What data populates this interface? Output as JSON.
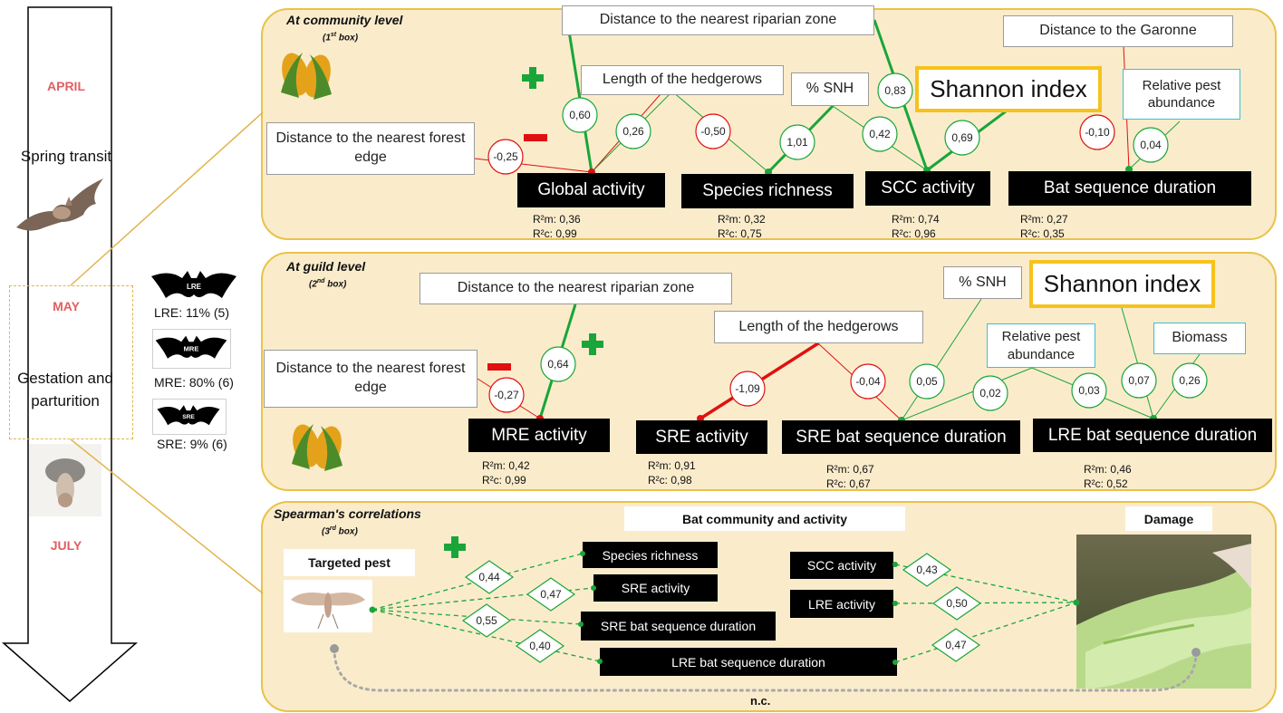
{
  "timeline": {
    "months": [
      "APRIL",
      "MAY",
      "JULY"
    ],
    "phase_spring": "Spring transit",
    "phase_gestation": "Gestation and parturition"
  },
  "guilds": [
    {
      "icon_text": "LRE",
      "label": "LRE: 11% (5)"
    },
    {
      "icon_text": "MRE",
      "label": "MRE: 80% (6)"
    },
    {
      "icon_text": "SRE",
      "label": "SRE: 9% (6)"
    }
  ],
  "box1": {
    "title": "At community level",
    "subtitle_num": "1",
    "subtitle_sup": "st",
    "subtitle_rest": " box)",
    "predictors": {
      "riparian": "Distance to the nearest riparian zone",
      "hedgerows": "Length of the hedgerows",
      "snh": "% SNH",
      "shannon": "Shannon index",
      "garonne": "Distance to the Garonne",
      "pest": "Relative pest abundance",
      "forest": "Distance to the nearest forest edge"
    },
    "responses": {
      "global": "Global activity",
      "richness": "Species richness",
      "scc": "SCC activity",
      "seq": "Bat sequence duration"
    },
    "coefficients": {
      "c1": "-0,25",
      "c2": "0,60",
      "c3": "0,26",
      "c4": "-0,50",
      "c5": "1,01",
      "c6": "0,42",
      "c7": "0,83",
      "c8": "0,69",
      "c9": "-0,10",
      "c10": "0,04"
    },
    "stats": {
      "global": "R²m: 0,36\nR²c: 0,99",
      "richness": "R²m: 0,32\nR²c: 0,75",
      "scc": "R²m: 0,74\nR²c: 0,96",
      "seq": "R²m: 0,27\nR²c: 0,35"
    }
  },
  "box2": {
    "title": "At guild level",
    "subtitle_num": "2",
    "subtitle_sup": "nd",
    "subtitle_rest": " box)",
    "predictors": {
      "riparian": "Distance to the nearest riparian zone",
      "snh": "% SNH",
      "shannon": "Shannon index",
      "hedgerows": "Length of the hedgerows",
      "pest": "Relative pest abundance",
      "biomass": "Biomass",
      "forest": "Distance to the nearest forest edge"
    },
    "responses": {
      "mre": "MRE activity",
      "sre": "SRE activity",
      "sre_seq": "SRE bat sequence duration",
      "lre_seq": "LRE bat sequence duration"
    },
    "coefficients": {
      "c1": "-0,27",
      "c2": "0,64",
      "c3": "-1,09",
      "c4": "-0,04",
      "c5": "0,05",
      "c6": "0,02",
      "c7": "0,03",
      "c8": "0,07",
      "c9": "0,26"
    },
    "stats": {
      "mre": "R²m: 0,42\nR²c: 0,99",
      "sre": "R²m: 0,91\nR²c: 0,98",
      "sre_seq": "R²m: 0,67\nR²c: 0,67",
      "lre_seq": "R²m: 0,46\nR²c: 0,52"
    }
  },
  "box3": {
    "title": "Spearman's correlations",
    "subtitle_num": "3",
    "subtitle_sup": "rd",
    "subtitle_rest": " box)",
    "bat_header": "Bat community and activity",
    "damage_header": "Damage",
    "pest_header": "Targeted pest",
    "items": {
      "richness": "Species richness",
      "sre": "SRE activity",
      "sre_seq": "SRE bat sequence duration",
      "lre_seq": "LRE bat sequence duration",
      "scc": "SCC activity",
      "lre": "LRE activity"
    },
    "correlations": {
      "r1": "0,44",
      "r2": "0,47",
      "r3": "0,55",
      "r4": "0,40",
      "r5": "0,43",
      "r6": "0,50",
      "r7": "0,47"
    },
    "nc": "n.c."
  },
  "colors": {
    "positive": "#1aa53a",
    "negative": "#e01010",
    "panel_bg": "#faeccb",
    "panel_border": "#e9c24a"
  }
}
